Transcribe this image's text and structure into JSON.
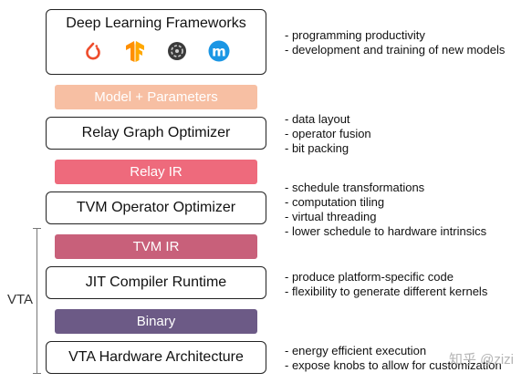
{
  "frameworks": {
    "title": "Deep Learning Frameworks",
    "logos": [
      "pytorch-icon",
      "tensorflow-icon",
      "onnx-icon",
      "mxnet-icon"
    ],
    "notes": [
      "- programming productivity",
      "- development and training of new models"
    ]
  },
  "model_params": {
    "label": "Model + Parameters",
    "color": "#F7BFA3"
  },
  "relay_optimizer": {
    "title": "Relay Graph Optimizer",
    "notes": [
      "- data layout",
      "- operator fusion",
      "- bit packing"
    ]
  },
  "relay_ir": {
    "label": "Relay IR",
    "color": "#EE6A7C"
  },
  "tvm_optimizer": {
    "title": "TVM Operator Optimizer",
    "notes": [
      "- schedule transformations",
      "- computation tiling",
      "- virtual threading",
      "- lower schedule to hardware intrinsics"
    ]
  },
  "tvm_ir": {
    "label": "TVM IR",
    "color": "#C8607A"
  },
  "jit_runtime": {
    "title": "JIT Compiler Runtime",
    "notes": [
      "- produce platform-specific code",
      "- flexibility to generate different kernels"
    ]
  },
  "binary": {
    "label": "Binary",
    "color": "#6C5A86"
  },
  "vta_hw": {
    "title": "VTA Hardware Architecture",
    "notes": [
      "- energy efficient execution",
      "- expose knobs to allow for customization"
    ]
  },
  "vta_label": "VTA",
  "watermark": "知乎 @zizi"
}
